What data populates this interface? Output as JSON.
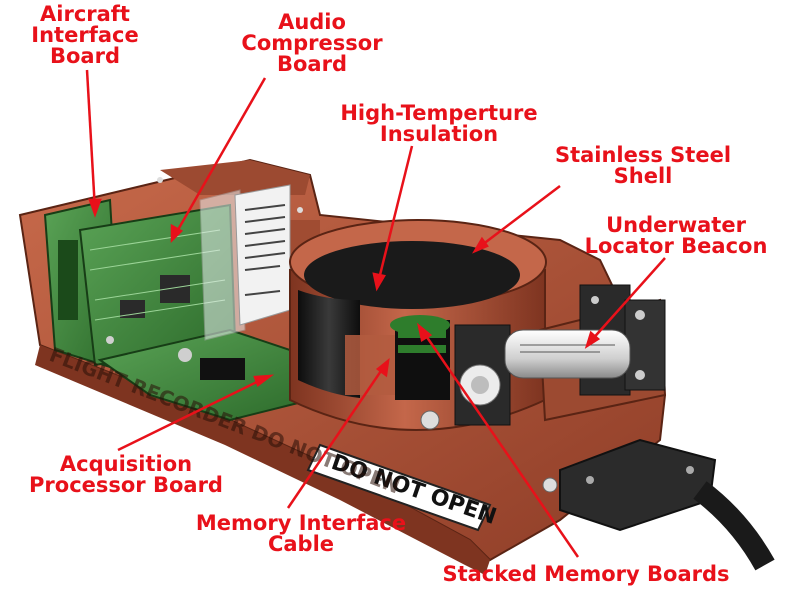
{
  "labels": {
    "aircraft_interface_board": [
      "Aircraft",
      "Interface",
      "Board"
    ],
    "audio_compressor_board": [
      "Audio",
      "Compressor",
      "Board"
    ],
    "high_temperature_insulation": [
      "High-Temperture",
      "Insulation"
    ],
    "stainless_steel_shell": [
      "Stainless Steel",
      "Shell"
    ],
    "underwater_locator_beacon": [
      "Underwater",
      "Locator Beacon"
    ],
    "acquisition_processor_board": [
      "Acquisition",
      "Processor Board"
    ],
    "memory_interface_cable": [
      "Memory Interface",
      "Cable"
    ],
    "stacked_memory_boards": [
      "Stacked Memory Boards"
    ]
  },
  "device_text": {
    "side_stencil": "FLIGHT RECORDER DO NOT OPEN",
    "front_plate": "DO NOT OPEN"
  },
  "colors": {
    "label": "#e8111a",
    "casing": "#b5573b",
    "casing_dark": "#7e3420",
    "board": "#3f8a3c",
    "insulation": "#1c1c1c",
    "beacon": "#e6e6e6"
  }
}
